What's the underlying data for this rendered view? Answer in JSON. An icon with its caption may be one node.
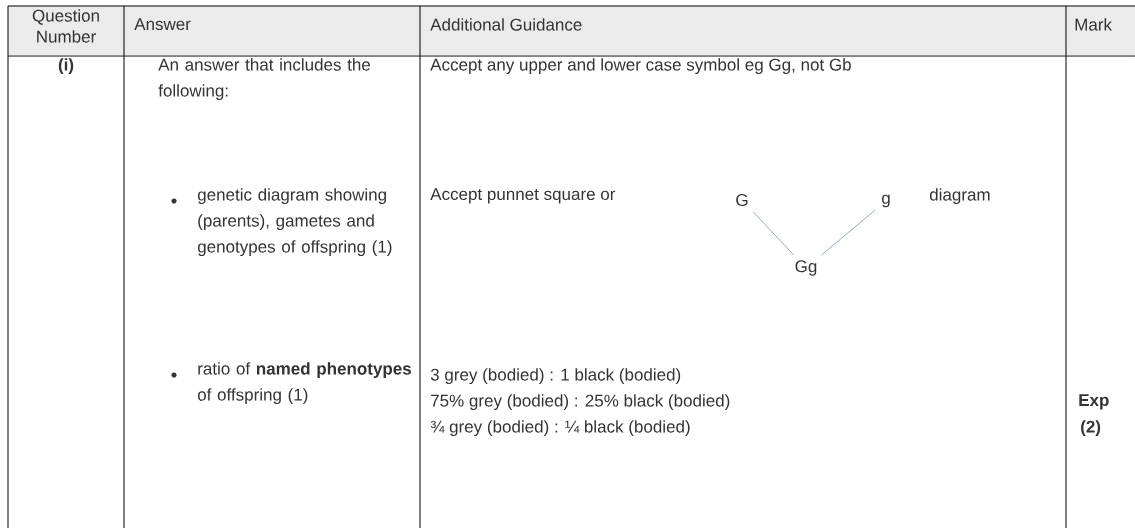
{
  "diagram": {
    "nodes": [
      {
        "text": [
          "G"
        ]
      },
      {
        "text": [
          "g"
        ]
      },
      {
        "text": [
          "Gg"
        ]
      }
    ],
    "edges": [
      {
        "from": 0,
        "to": 2,
        "arrow": "none"
      },
      {
        "from": 1,
        "to": 2,
        "arrow": "none"
      }
    ],
    "labels": [
      "Question Number",
      "Answer",
      "Additional Guidance",
      "Mark",
      "(i)",
      "An answer that includes the following:",
      "Accept any upper and lower case symbol eg Gg, not Gb",
      "genetic diagram showing (parents), gametes and genotypes of offspring (1)",
      "Accept punnet square or",
      "diagram",
      "ratio of **named phenotypes** of offspring (1)",
      "3 grey (bodied) : 1 black (bodied)",
      "75% grey (bodied) : 25% black (bodied)",
      "¾ grey (bodied) : ¼ black (bodied)",
      "Exp",
      "(2)"
    ]
  }
}
